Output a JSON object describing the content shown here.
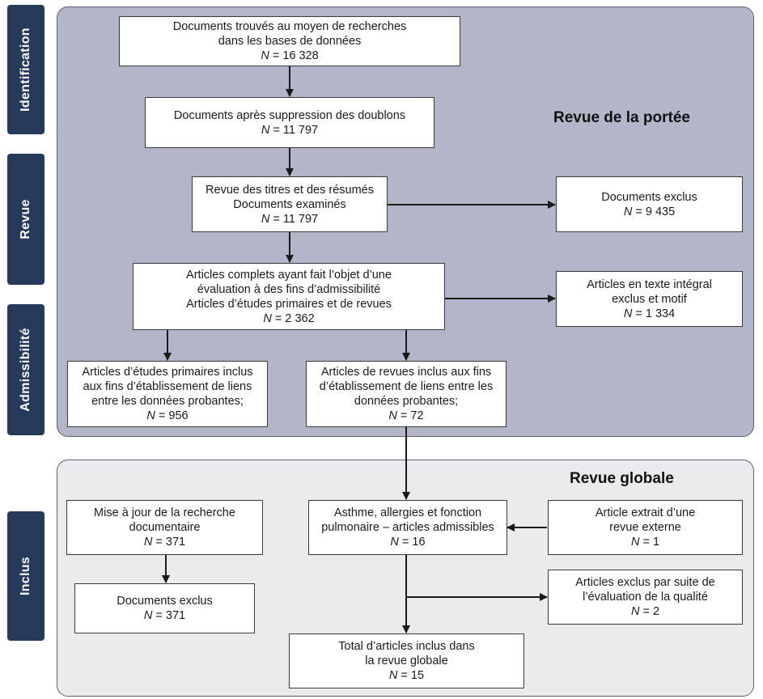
{
  "panels": {
    "scope_title": "Revue de la portée",
    "global_title": "Revue globale"
  },
  "stages": {
    "identification": "Identification",
    "revue": "Revue",
    "admissibilite": "Admissibilité",
    "inclus": "Inclus"
  },
  "boxes": {
    "found": {
      "lines": [
        "Documents trouvés au moyen de recherches",
        "dans les bases de données"
      ],
      "n_label": "N",
      "n_value": " = 16 328"
    },
    "dedup": {
      "lines": [
        "Documents après suppression des doublons"
      ],
      "n_label": "N",
      "n_value": " = 11 797"
    },
    "screened": {
      "lines": [
        "Revue des titres et des résumés",
        "Documents examinés"
      ],
      "n_label": "N",
      "n_value": " = 11 797"
    },
    "excluded_docs": {
      "lines": [
        "Documents exclus"
      ],
      "n_label": "N",
      "n_value": " = 9 435"
    },
    "fulltext": {
      "lines": [
        "Articles complets ayant fait l’objet d’une",
        "évaluation à des fins d’admissibilité",
        "Articles d’études primaires et de revues"
      ],
      "n_label": "N",
      "n_value": " = 2 362"
    },
    "fulltext_excluded": {
      "lines": [
        "Articles en texte intégral",
        "exclus et motif"
      ],
      "n_label": "N",
      "n_value": " = 1 334"
    },
    "primary_included": {
      "lines": [
        "Articles d’études primaires inclus",
        "aux fins d’établissement de liens",
        "entre les données probantes;"
      ],
      "n_label": "N",
      "n_value": " = 956"
    },
    "reviews_included": {
      "lines": [
        "Articles de revues inclus aux fins",
        "d’établissement de liens entre les",
        "données probantes;"
      ],
      "n_label": "N",
      "n_value": " = 72"
    },
    "update_search": {
      "lines": [
        "Mise à jour de la recherche",
        "documentaire"
      ],
      "n_label": "N",
      "n_value": " = 371"
    },
    "update_excluded": {
      "lines": [
        "Documents exclus"
      ],
      "n_label": "N",
      "n_value": " = 371"
    },
    "asthma": {
      "lines": [
        "Asthme, allergies et fonction",
        "pulmonaire – articles admissibles"
      ],
      "n_label": "N",
      "n_value": " = 16"
    },
    "external": {
      "lines": [
        "Article extrait d’une",
        "revue externe"
      ],
      "n_label": "N",
      "n_value": " = 1"
    },
    "quality_excluded": {
      "lines": [
        "Articles exclus par suite de",
        "l’évaluation de la qualité"
      ],
      "n_label": "N",
      "n_value": " = 2"
    },
    "total": {
      "lines": [
        "Total d’articles inclus dans",
        "la revue globale"
      ],
      "n_label": "N",
      "n_value": " = 15"
    }
  },
  "colors": {
    "scope_panel": "#b3b6c9",
    "global_panel": "#ebebee",
    "stage_bar": "#263a5b",
    "arrow": "#1a1a1a"
  }
}
